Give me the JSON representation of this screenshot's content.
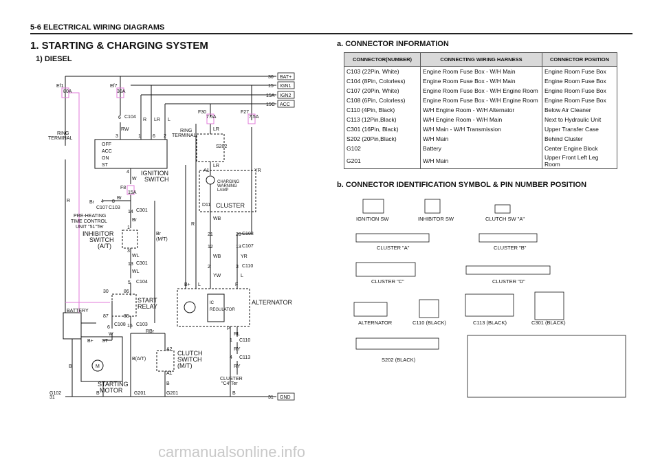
{
  "header": {
    "section": "5-6  ELECTRICAL WIRING DIAGRAMS"
  },
  "title": "1.  STARTING & CHARGING SYSTEM",
  "subtitle": "1)  DIESEL",
  "connector_info": {
    "title": "a.  CONNECTOR INFORMATION",
    "columns": [
      "CONNECTOR(NUMBER)",
      "CONNECTING WIRING HARNESS",
      "CONNECTOR POSITION"
    ],
    "rows": [
      [
        "C103 (22Pin, White)",
        "Engine Room Fuse Box - W/H Main",
        "Engine Room Fuse Box"
      ],
      [
        "C104 (8Pin, Colorless)",
        "Engine Room Fuse Box - W/H Main",
        "Engine Room Fuse Box"
      ],
      [
        "C107 (20Pin, White)",
        "Engine Room Fuse Box - W/H Engine Room",
        "Engine Room Fuse Box"
      ],
      [
        "C108 (6Pin, Colorless)",
        "Engine Room Fuse Box - W/H Engine Room",
        "Engine Room Fuse Box"
      ],
      [
        "C110 (4Pin, Black)",
        "W/H Engine Room - W/H Alternator",
        "Below Air Cleaner"
      ],
      [
        "C113 (12Pin,Black)",
        "W/H Engine Room - W/H Main",
        "Next to Hydraulic Unit"
      ],
      [
        "C301 (16Pin, Black)",
        "W/H Main - W/H Transmission",
        "Upper Transfer Case"
      ],
      [
        "S202 (20Pin,Black)",
        "W/H Main",
        "Behind Cluster"
      ],
      [
        "G102",
        "Battery",
        "Center Engine Block"
      ],
      [
        "G201",
        "W/H Main",
        "Upper Front Left Leg Room"
      ]
    ]
  },
  "connector_id": {
    "title": "b.  CONNECTOR IDENTIFICATION SYMBOL & PIN NUMBER POSITION",
    "labels": {
      "ign_sw": "IGNITION SW",
      "inh_sw": "INHIBITOR SW",
      "clutch_sw": "CLUTCH SW \"A\"",
      "cl_a": "CLUSTER \"A\"",
      "cl_b": "CLUSTER \"B\"",
      "cl_c": "CLUSTER \"C\"",
      "cl_d": "CLUSTER \"D\"",
      "alt": "ALTERNATOR",
      "c110": "C110  (BLACK)",
      "c113": "C113  (BLACK)",
      "c301": "C301  (BLACK)",
      "s202": "S202  (BLACK)"
    }
  },
  "rails": {
    "r30": "30",
    "bat": "BAT+",
    "r15": "15",
    "ign1": "IGN1",
    "r15a": "15A",
    "ign2": "IGN2",
    "r15c": "15C",
    "acc": "ACC",
    "r31": "31",
    "gnd": "GND",
    "r31l": "31"
  },
  "components": {
    "ef1": "Ef1",
    "ef1a": "80A",
    "ef7": "Ef7",
    "ef7a": "30A",
    "f30": "F30",
    "f30a": "7.5A",
    "f27": "F27",
    "f27a": "7.5A",
    "f8": "F8",
    "f8a": "15A",
    "ring1": "RING",
    "term1": "TERMINAL",
    "ring2": "RING",
    "term2": "TERMINAL",
    "ign_switch": "IGNITION",
    "ign_switch2": "SWITCH",
    "sw_off": "OFF",
    "sw_acc": "ACC",
    "sw_on": "ON",
    "sw_st": "ST",
    "preheat1": "PRE-HEATING",
    "preheat2": "TIME CONTROL",
    "preheat3": "UNIT \"51\"Ter",
    "inh1": "INHIBITOR",
    "inh2": "SWITCH",
    "inh3": "(A/T)",
    "start1": "START",
    "start2": "RELAY",
    "battery": "BATTERY",
    "motor1": "STARTING",
    "motor2": "MOTOR",
    "m": "M",
    "clutch1": "CLUTCH",
    "clutch2": "SWITCH",
    "clutch3": "(M/T)",
    "cluster": "CLUSTER",
    "chg1": "CHARGING",
    "chg2": "WARNING",
    "chg3": "LAMP",
    "alternator": "ALTERNATOR",
    "ic": "IC",
    "regulator": "REGULATOR",
    "cl_c4_1": "CLUSTER",
    "cl_c4_2": "\"C4\"Ter",
    "s202": "S202",
    "g102": "G102",
    "g201a": "G201",
    "g201b": "G201"
  },
  "wires": {
    "rw": "RW",
    "r1": "R",
    "lr1": "LR",
    "l1": "L",
    "w1": "W",
    "br1": "Br",
    "br2": "Br",
    "br3": "Br",
    "brmt": "Br",
    "brmt2": "(M/T)",
    "wl1": "WL",
    "wl2": "WL",
    "w2": "W",
    "st": "ST",
    "bplus": "B+",
    "b1": "B",
    "b2": "B",
    "b3": "B",
    "bat": "B(A/T)",
    "rbr": "RBr",
    "b4": "B",
    "lr2": "LR",
    "lr3": "LR",
    "wb1": "WB",
    "wb2": "WB",
    "yw": "YW",
    "l2": "L",
    "l3": "L",
    "yr1": "YR",
    "yr2": "YR",
    "r2": "R",
    "r3": "R",
    "rl": "RL",
    "ry1": "RY",
    "ry2": "RY",
    "bplus2": "B+",
    "f": "F",
    "p": "P",
    "b5": "B"
  },
  "pins": {
    "c104": "C104",
    "c104b": "C104",
    "p6": "6",
    "p3": "3",
    "p1": "1",
    "p6b": "6",
    "p2": "2",
    "p4": "4",
    "p4b": "4",
    "p8": "8",
    "c107": "C107",
    "c103": "C103",
    "p14": "14",
    "c301": "C301",
    "p1b": "1",
    "p3b": "3",
    "p13": "13",
    "c301b": "C301",
    "p5": "5",
    "p30": "30",
    "p86": "86",
    "p87": "87",
    "p85": "85",
    "p6c": "6",
    "c108": "C108",
    "p15": "15",
    "c103b": "C103",
    "a2": "A2",
    "a1": "A1",
    "a1b": "A1",
    "d11": "D11",
    "p21": "21",
    "p20": "20",
    "c103c": "C103",
    "p12": "12",
    "p13b": "13",
    "c107b": "C107",
    "p2b": "2",
    "p3c": "3",
    "c110": "C110",
    "p1c": "1",
    "c110b": "C110",
    "p4c": "4",
    "c113": "C113"
  },
  "watermark": "carmanualsonline.info"
}
